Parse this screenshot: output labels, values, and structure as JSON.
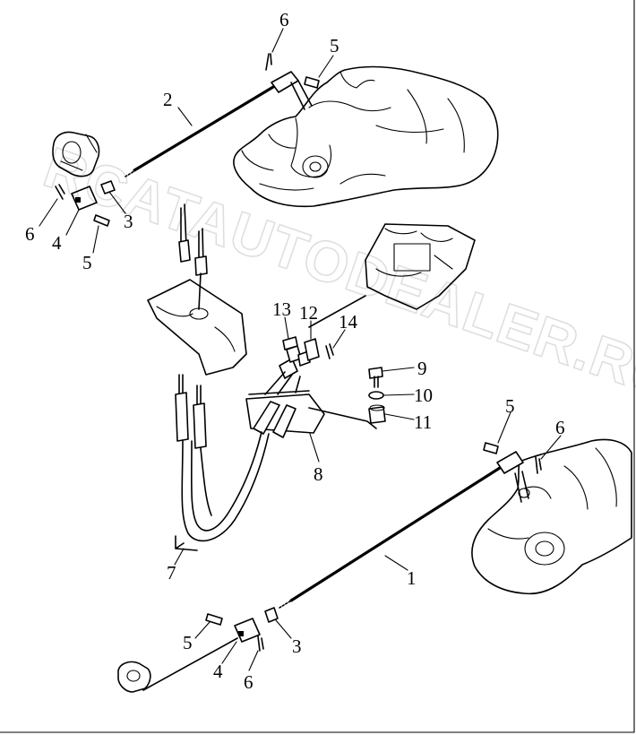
{
  "diagram": {
    "callouts": {
      "c1": "1",
      "c2": "2",
      "c3a": "3",
      "c3b": "3",
      "c4a": "4",
      "c4b": "4",
      "c5a": "5",
      "c5b": "5",
      "c5c": "5",
      "c5d": "5",
      "c6a": "6",
      "c6b": "6",
      "c6c": "6",
      "c6d": "6",
      "c7": "7",
      "c8": "8",
      "c9": "9",
      "c10": "10",
      "c11": "11",
      "c12": "12",
      "c13": "13",
      "c14": "14"
    },
    "watermark": "RCATAUTODEALER.RU"
  }
}
